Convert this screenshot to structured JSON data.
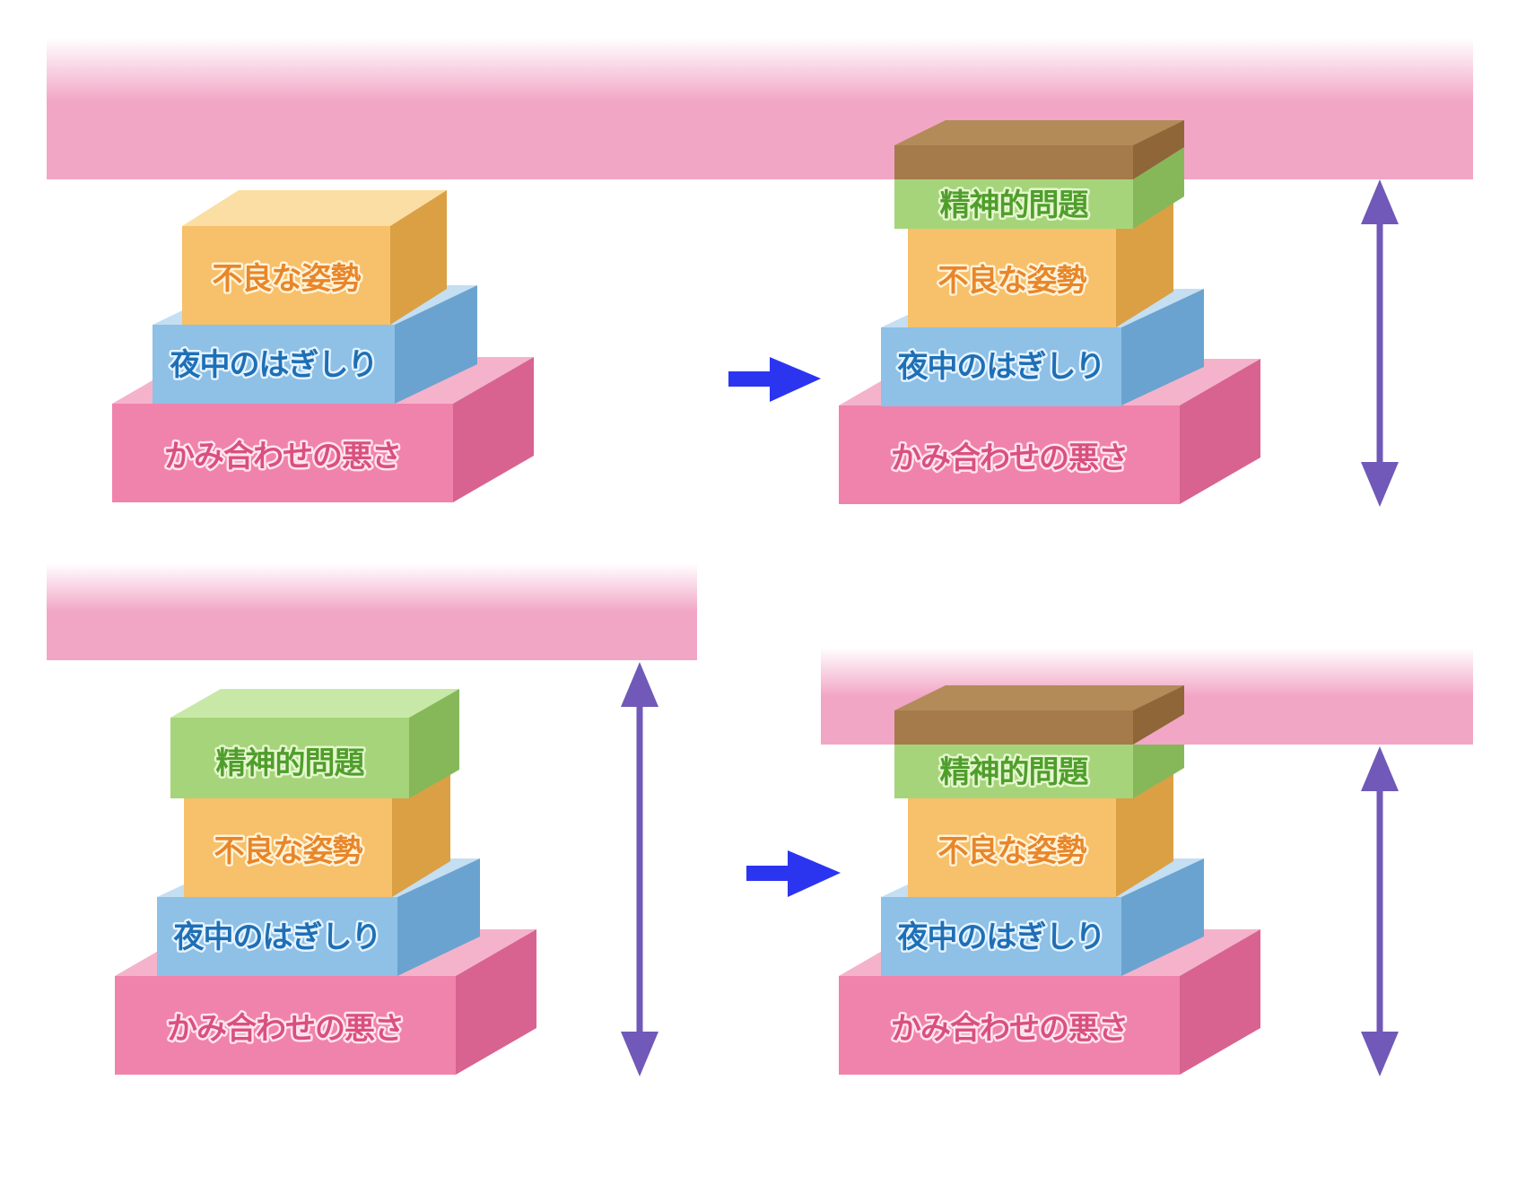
{
  "labels": {
    "mental": "精神的問題",
    "posture": "不良な姿勢",
    "bruxism": "夜中のはぎしり",
    "malocclusion": "かみ合わせの悪さ"
  },
  "colors": {
    "ceiling": "#f2a6c6",
    "mental": "#a6d47a",
    "posture": "#f7c06a",
    "bruxism": "#8fc0e6",
    "malocclusion": "#f083ab",
    "overflow": "#a57b4c",
    "flow_arrow": "#2b35f0",
    "gap_arrow": "#7059b8"
  },
  "icons": {
    "flow_arrow": "right-arrow-icon",
    "gap_arrow": "double-headed-vertical-arrow-icon"
  }
}
